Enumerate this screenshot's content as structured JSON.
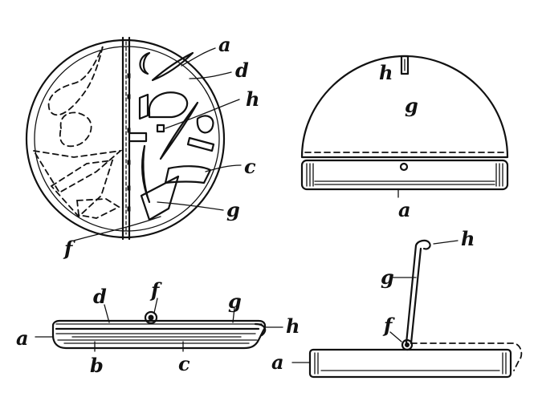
{
  "figures": {
    "top_left": {
      "labels": {
        "a": "a",
        "d": "d",
        "h": "h",
        "c": "c",
        "g": "g",
        "f": "f"
      }
    },
    "top_right": {
      "labels": {
        "h": "h",
        "g": "g",
        "a": "a"
      }
    },
    "bottom_left": {
      "labels": {
        "d": "d",
        "f": "f",
        "g": "g",
        "a": "a",
        "h": "h",
        "b": "b",
        "c": "c"
      }
    },
    "bottom_right": {
      "labels": {
        "h": "h",
        "g": "g",
        "f": "f",
        "a": "a"
      }
    }
  }
}
